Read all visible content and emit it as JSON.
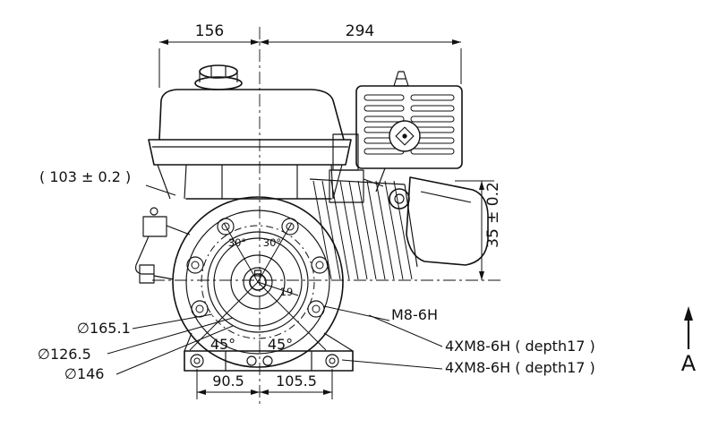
{
  "drawing": {
    "dim_top_left": "156",
    "dim_top_right": "294",
    "note_left": "( 103 ± 0.2 )",
    "dim_right_vertical": "35 ± 0.2",
    "dia_label_1": "∅165.1",
    "dia_label_2": "∅126.5",
    "dia_label_3": "∅146",
    "thread_label_1": "M8-6H",
    "thread_label_2": "4XM8-6H ( depth17 )",
    "thread_label_3": "4XM8-6H ( depth17 )",
    "dim_bottom_left": "90.5",
    "dim_bottom_right": "105.5",
    "angle_left": "45°",
    "angle_right": "45°",
    "angle_inner_left": "30°",
    "angle_inner_right": "30°",
    "angle_inner_small": "19",
    "view_label": "A",
    "colors": {
      "line": "#111111",
      "background": "#ffffff"
    }
  }
}
